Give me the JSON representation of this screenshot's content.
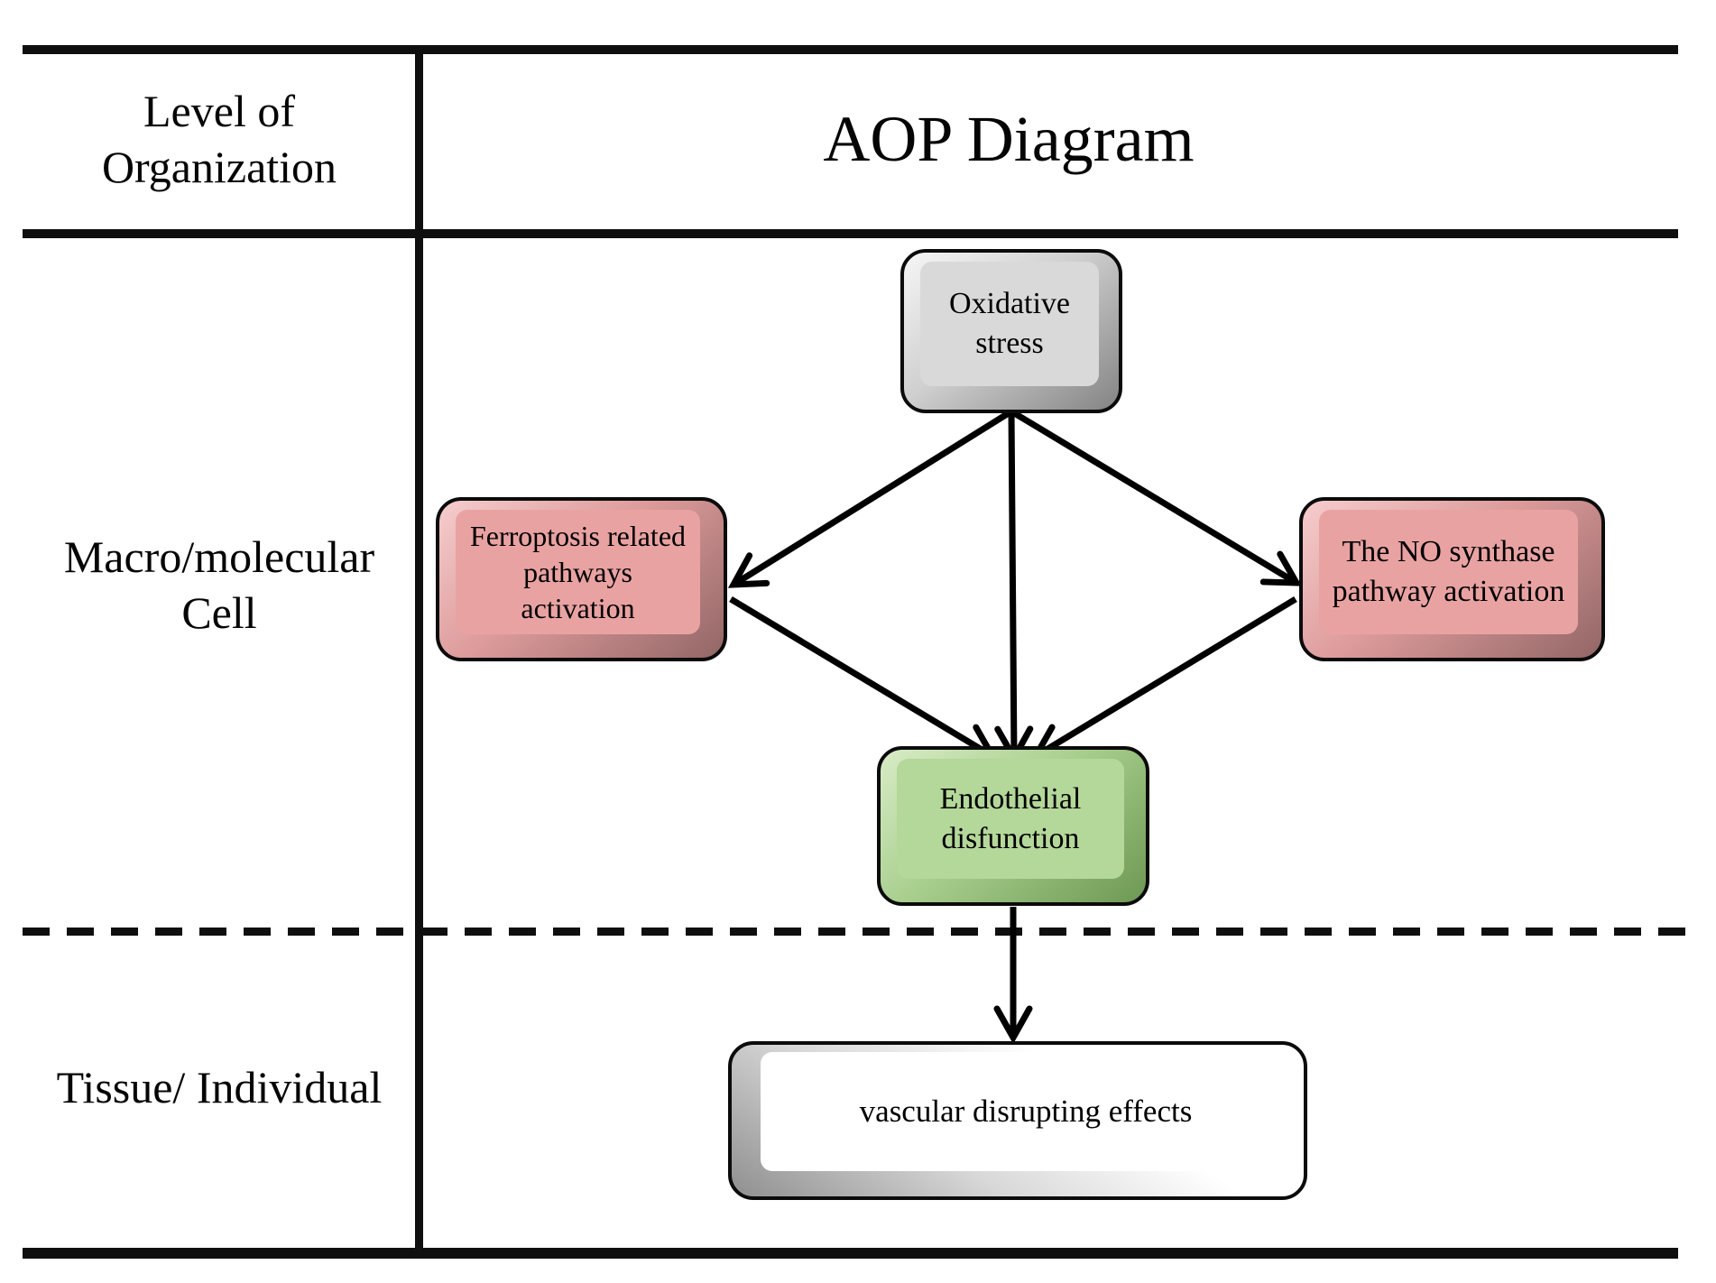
{
  "figure": {
    "left_column_header_lines": [
      "Level of",
      "Organization"
    ],
    "diagram_title": "AOP Diagram",
    "row_labels": [
      {
        "id": "macro-molecular-cell",
        "lines": [
          "Macro/molecular",
          "Cell"
        ]
      },
      {
        "id": "tissue-individual",
        "lines": [
          "Tissue/",
          "Individual"
        ]
      }
    ]
  },
  "nodes": [
    {
      "id": "oxidative-stress",
      "lines": [
        "Oxidative",
        "stress"
      ],
      "fill": "#d9d9d9"
    },
    {
      "id": "ferroptosis-related-pathways-activation",
      "lines": [
        "Ferroptosis related",
        "pathways",
        "activation"
      ],
      "fill": "#e9a2a2"
    },
    {
      "id": "no-synthase-pathway-activation",
      "lines": [
        "The NO synthase",
        "pathway activation"
      ],
      "fill": "#e9a2a2"
    },
    {
      "id": "endothelial-disfunction",
      "lines": [
        "Endothelial",
        "disfunction"
      ],
      "fill": "#b4d79a"
    },
    {
      "id": "vascular-disrupting-effects",
      "lines": [
        "vascular disrupting effects"
      ],
      "fill": "#ffffff"
    }
  ],
  "edges": [
    {
      "from": "oxidative-stress",
      "to": "ferroptosis-related-pathways-activation"
    },
    {
      "from": "oxidative-stress",
      "to": "no-synthase-pathway-activation"
    },
    {
      "from": "oxidative-stress",
      "to": "endothelial-disfunction"
    },
    {
      "from": "ferroptosis-related-pathways-activation",
      "to": "endothelial-disfunction"
    },
    {
      "from": "no-synthase-pathway-activation",
      "to": "endothelial-disfunction"
    },
    {
      "from": "endothelial-disfunction",
      "to": "vascular-disrupting-effects"
    }
  ],
  "colors": {
    "line": "#000000",
    "gray_fill": "#d9d9d9",
    "pink_fill": "#e9a2a2",
    "green_fill": "#b4d79a",
    "white_fill": "#ffffff"
  }
}
